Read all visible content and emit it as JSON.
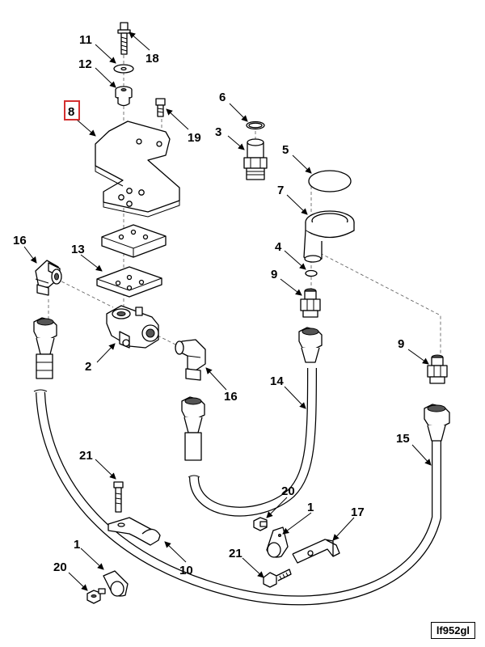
{
  "figure_id": "lf952gl",
  "highlight_color": "#d32f2f",
  "highlighted_callout": "8",
  "callouts": {
    "c11": "11",
    "c18": "18",
    "c12": "12",
    "c8": "8",
    "c19": "19",
    "c6": "6",
    "c3": "3",
    "c5": "5",
    "c7": "7",
    "c4": "4",
    "c9a": "9",
    "c9b": "9",
    "c16a": "16",
    "c16b": "16",
    "c13": "13",
    "c2": "2",
    "c14": "14",
    "c15": "15",
    "c21a": "21",
    "c21b": "21",
    "c20a": "20",
    "c20b": "20",
    "c1a": "1",
    "c1b": "1",
    "c17": "17",
    "c10": "10"
  }
}
